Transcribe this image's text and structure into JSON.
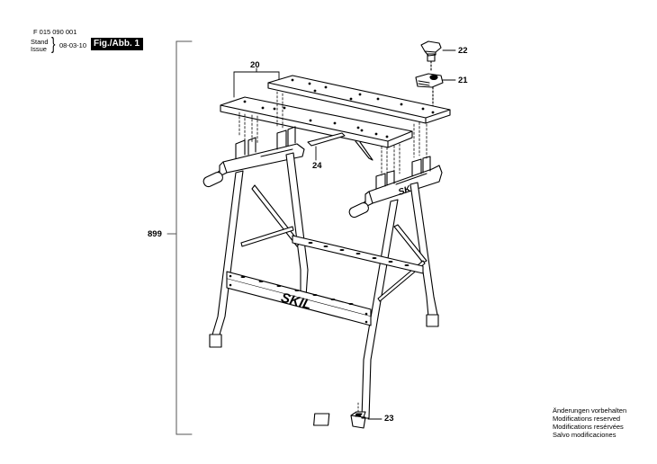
{
  "header": {
    "part_number": "F 015 090 001",
    "stand_label": "Stand",
    "issue_label": "Issue",
    "brace": "}",
    "date": "08-03-10",
    "figure_label": "Fig./Abb. 1"
  },
  "dimension": {
    "label": "899"
  },
  "callouts": {
    "c20": "20",
    "c21": "21",
    "c22": "22",
    "c23": "23",
    "c24": "24"
  },
  "branding": {
    "logo_text": "SKIL"
  },
  "notes": [
    "Änderungen vorbehalten",
    "Modifications reserved",
    "Modifications resérvées",
    "Salvo modificaciones"
  ]
}
